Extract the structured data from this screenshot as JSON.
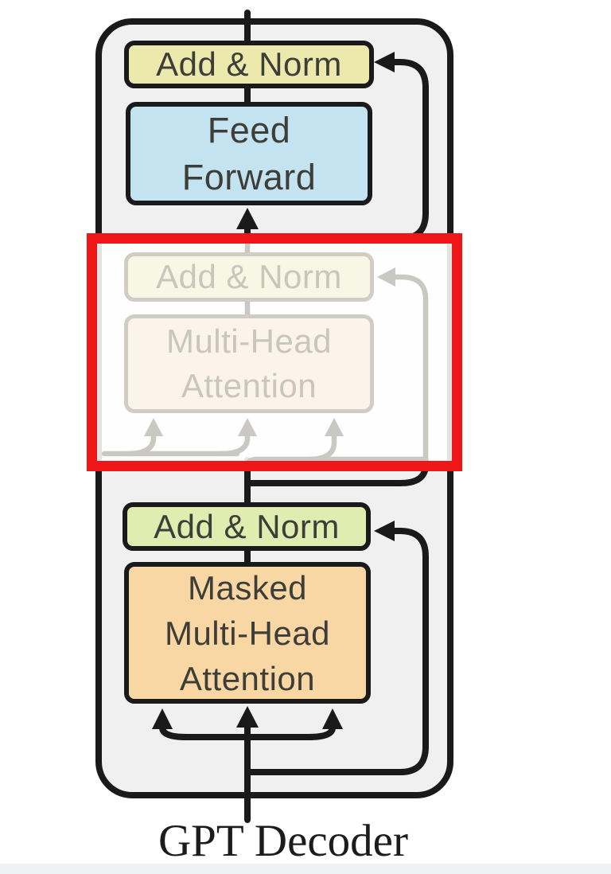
{
  "caption": "GPT Decoder",
  "blocks": {
    "add_norm_top": {
      "label": "Add & Norm"
    },
    "feed_forward": {
      "line1": "Feed",
      "line2": "Forward"
    },
    "add_norm_middle_faded": {
      "label": "Add & Norm"
    },
    "multi_head_attention_faded": {
      "line1": "Multi-Head",
      "line2": "Attention"
    },
    "add_norm_bottom": {
      "label": "Add & Norm"
    },
    "masked_multi_head_attention": {
      "line1": "Masked",
      "line2": "Multi-Head",
      "line3": "Attention"
    }
  },
  "colors": {
    "line-black": "#1a1a1a",
    "line-faded": "#c9c8c3",
    "outer-fill": "#f0f0f1",
    "add-norm-top-fill": "#ece9ad",
    "add-norm-bottom-fill": "#e1edb0",
    "feed-forward-fill": "#c4e3f1",
    "masked-attention-fill": "#f8d7a5",
    "faded-add-norm-fill": "#f8f7e5",
    "faded-attention-fill": "#fdf4e9",
    "faded-border": "#cfcdc6",
    "faded-text": "#c9c6bb",
    "highlight-red": "#ee1616",
    "box-text": "#3e3e38",
    "caption-color": "#1c1c1c",
    "footer-strip": "#eef0f2"
  }
}
